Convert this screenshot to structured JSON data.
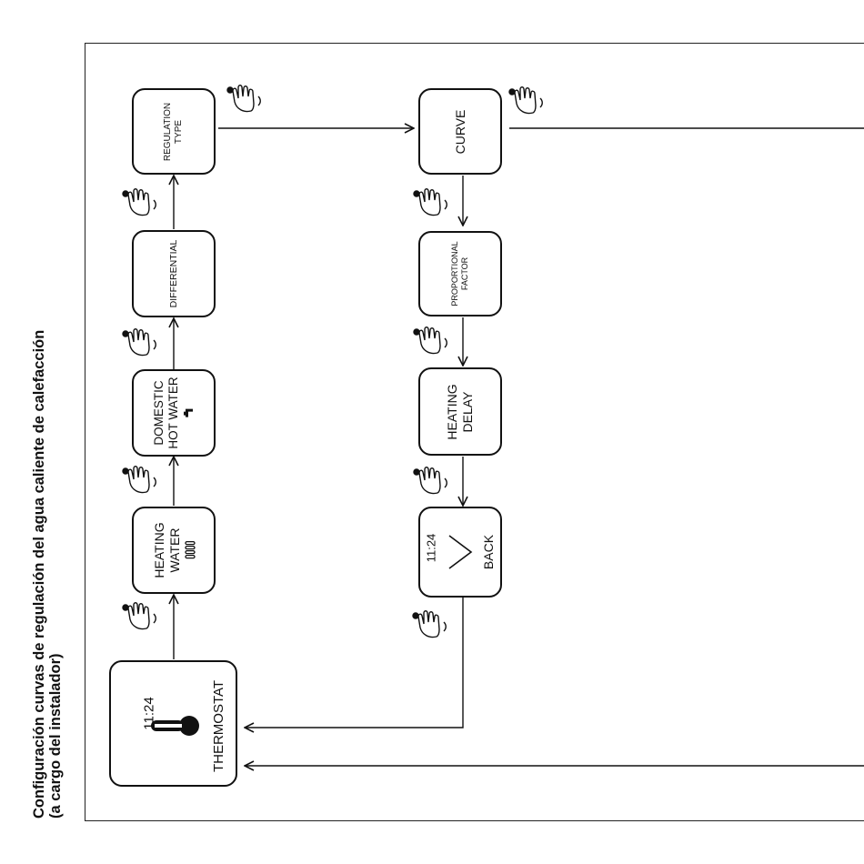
{
  "title": {
    "line1": "Configuración curvas de regulación del agua caliente de calefacción",
    "line2": "(a cargo del instalador)"
  },
  "screens": {
    "thermostat": {
      "time": "11:24",
      "label": "THERMOSTAT",
      "icon": "thermometer-icon"
    },
    "heating_water": {
      "line1": "HEATING",
      "line2": "WATER",
      "icon": "radiator-icon"
    },
    "domestic_hot_water": {
      "line1": "DOMESTIC",
      "line2": "HOT WATER",
      "icon": "faucet-icon"
    },
    "differential": {
      "label": "DIFFERENTIAL"
    },
    "regulation_type": {
      "line1": "REGULATION",
      "line2": "TYPE"
    },
    "curve": {
      "label": "CURVE"
    },
    "proportional_factor": {
      "line1": "PROPORTIONAL",
      "line2": "FACTOR"
    },
    "heating_delay": {
      "line1": "HEATING",
      "line2": "DELAY"
    },
    "back": {
      "time": "11:24",
      "label": "BACK",
      "icon": "back-chevron-icon"
    }
  },
  "icons": {
    "hand": "hand-press-icon"
  }
}
